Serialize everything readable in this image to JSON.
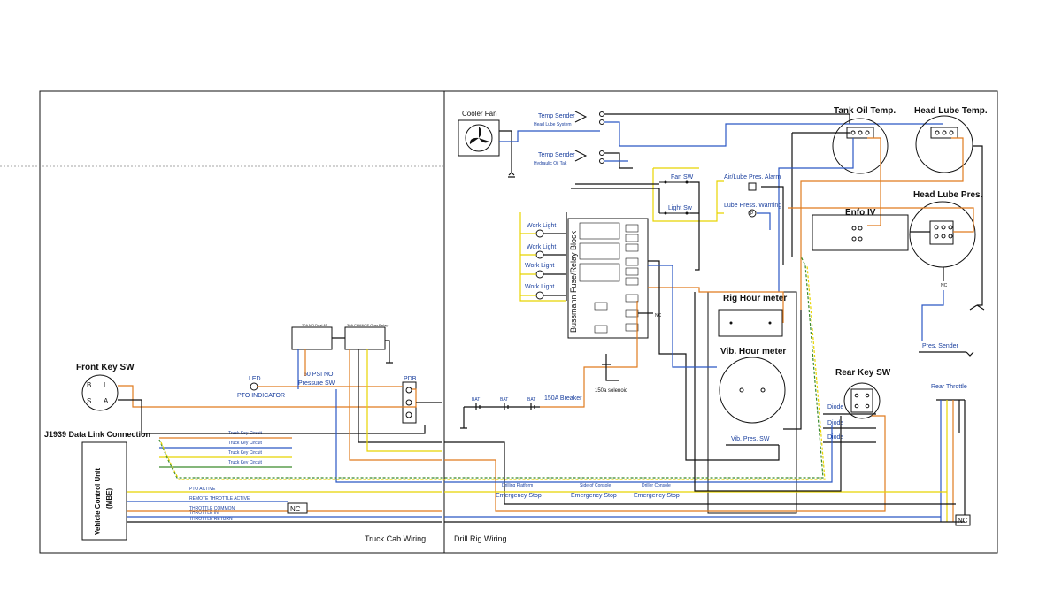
{
  "sections": {
    "truck_cab": "Truck Cab Wiring",
    "drill_rig": "Drill Rig Wiring"
  },
  "components": {
    "cooler_fan": "Cooler Fan",
    "tank_oil_temp": "Tank Oil Temp.",
    "head_lube_temp": "Head Lube Temp.",
    "head_lube_pres": "Head Lube Pres.",
    "enfo": "Enfo IV",
    "rig_hour_meter": "Rig Hour meter",
    "vib_hour_meter": "Vib. Hour meter",
    "rear_key_sw": "Rear Key SW",
    "rear_throttle": "Rear Throttle",
    "front_key_sw": "Front Key SW",
    "j1939": "J1939 Data Link Connection",
    "vcu_line1": "Vehicle Control Unit",
    "vcu_line2": "(MBE)",
    "bussmann": "Bussmann Fuse/Relay Block",
    "pdb": "PDB",
    "bat": "BAT",
    "breaker": "150A Breaker",
    "solenoid": "150a solenoid",
    "led": "LED",
    "pto_indicator": "PTO INDICATOR",
    "psi": "60 PSI NO",
    "pressure_sw": "Pressure SW",
    "relay1": "20A NO Dual AT",
    "relay2": "30A CHANGE Over Relay",
    "fan_sw": "Fan SW",
    "light_sw": "Light Sw",
    "air_lube_alarm": "Air/Lube Pres. Alarm",
    "lube_pres_warning": "Lube Press. Warning",
    "work_light": "Work Light",
    "temp_sender_head": "Temp Sender",
    "temp_sender_head_sub": "Head Lube System",
    "temp_sender_hyd": "Temp Sender",
    "temp_sender_hyd_sub": "Hydraulic Oil Tak",
    "pres_sender": "Pres. Sender",
    "diode": "Diode",
    "vib_pres_sw": "Vib. Pres. SW",
    "nc": "NC"
  },
  "emergency_stops": [
    {
      "location": "Drilling Platform",
      "label": "Emergency Stop"
    },
    {
      "location": "Side of Console",
      "label": "Emergency Stop"
    },
    {
      "location": "Driller Console",
      "label": "Emergency Stop"
    }
  ],
  "truck_key_circuits": [
    "Truck Key Circuit",
    "Truck Key Circuit",
    "Truck Key Circuit",
    "Truck Key Circuit"
  ],
  "vcu_signals": [
    "PTO ACTIVE",
    "REMOTE THROTTLE ACTIVE",
    "THROTTLE COMMON",
    "THROTTLE IN",
    "THROTTLE RETURN"
  ],
  "key_sw": {
    "b": "B",
    "i": "I",
    "s": "S",
    "a": "A"
  },
  "colors": {
    "blue": "#2b57c4",
    "orange": "#e07b1f",
    "yellow": "#e8d400",
    "green": "#3a8a2a",
    "black": "#111111",
    "brown": "#8a5a2b"
  }
}
